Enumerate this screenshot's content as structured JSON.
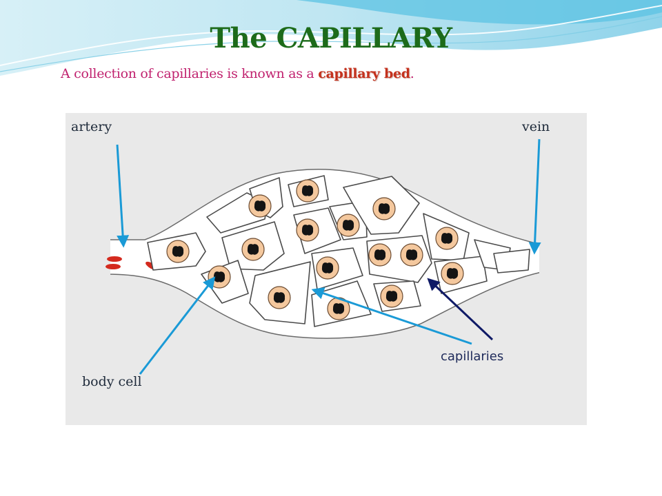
{
  "slide": {
    "title": "The CAPILLARY",
    "subtitle_prefix": "A collection of capillaries is known as a ",
    "subtitle_highlight": "capillary bed",
    "subtitle_suffix": ".",
    "colors": {
      "title": "#1d6b1a",
      "subtitle": "#c0216e",
      "highlight": "#c4311d",
      "arrow_blue": "#1a9ad6",
      "arrow_navy": "#0f1a66",
      "panel": "#e9e9e9"
    }
  },
  "diagram": {
    "labels": {
      "artery": "artery",
      "vein": "vein",
      "body_cell": "body cell",
      "capillaries": "capillaries"
    }
  }
}
